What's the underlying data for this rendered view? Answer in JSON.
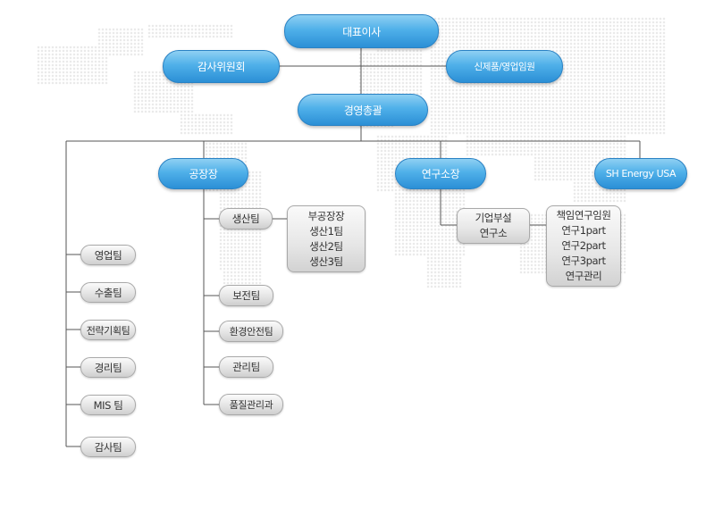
{
  "chart": {
    "ceo": "대표이사",
    "audit_committee": "감사위원회",
    "new_product_exec": "신제품/영업임원",
    "general_manager": "경영총괄",
    "factory_manager": "공장장",
    "research_director": "연구소장",
    "sh_energy": "SH Energy USA",
    "left_teams": [
      "영업팀",
      "수출팀",
      "전략기획팀",
      "경리팀",
      "MIS 팀",
      "감사팀"
    ],
    "factory_teams": [
      "생산팀",
      "보전팀",
      "환경안전팀",
      "관리팀",
      "품질관리과"
    ],
    "production_subunits": [
      "부공장장",
      "생산1팀",
      "생산2팀",
      "생산3팀"
    ],
    "research_unit": [
      "기업부설",
      "연구소"
    ],
    "research_roles": [
      "책임연구임원",
      "연구1part",
      "연구2part",
      "연구3part",
      "연구관리"
    ]
  },
  "colors": {
    "accent_blue": "#3a9de0",
    "map_dots": "#e4e4e4",
    "connector": "#555555"
  }
}
